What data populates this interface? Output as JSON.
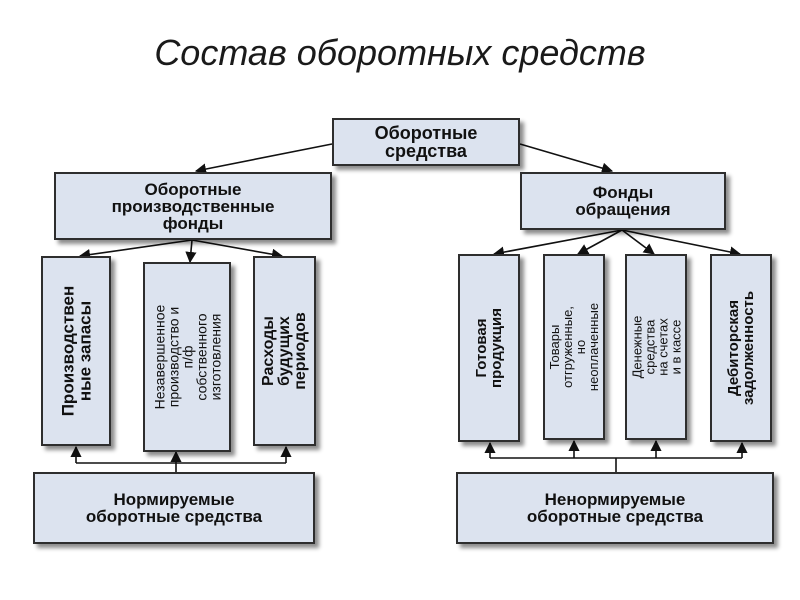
{
  "title": "Состав оборотных средств",
  "root": "Оборотные\nсредства",
  "left_group": {
    "label": "Оборотные\nпроизводственные\nфонды",
    "items": [
      "Производствен\nные запасы",
      "Незавершенное\nпроизводство и\nп/ф собственного\nизготовления",
      "Расходы\nбудущих\nпериодов"
    ],
    "footer": "Нормируемые\nоборотные средства"
  },
  "right_group": {
    "label": "Фонды\nобращения",
    "items": [
      "Готовая\nпродукция",
      "Товары\nотгруженные, но\nнеоплаченные",
      "Денежные\nсредства на счетах\nи в кассе",
      "Дебиторская\nзадолженность"
    ],
    "footer": "Ненормируемые\nоборотные средства"
  },
  "colors": {
    "box_fill": "#dce3ef",
    "border": "#2e2e2e",
    "lines": "#111111"
  }
}
